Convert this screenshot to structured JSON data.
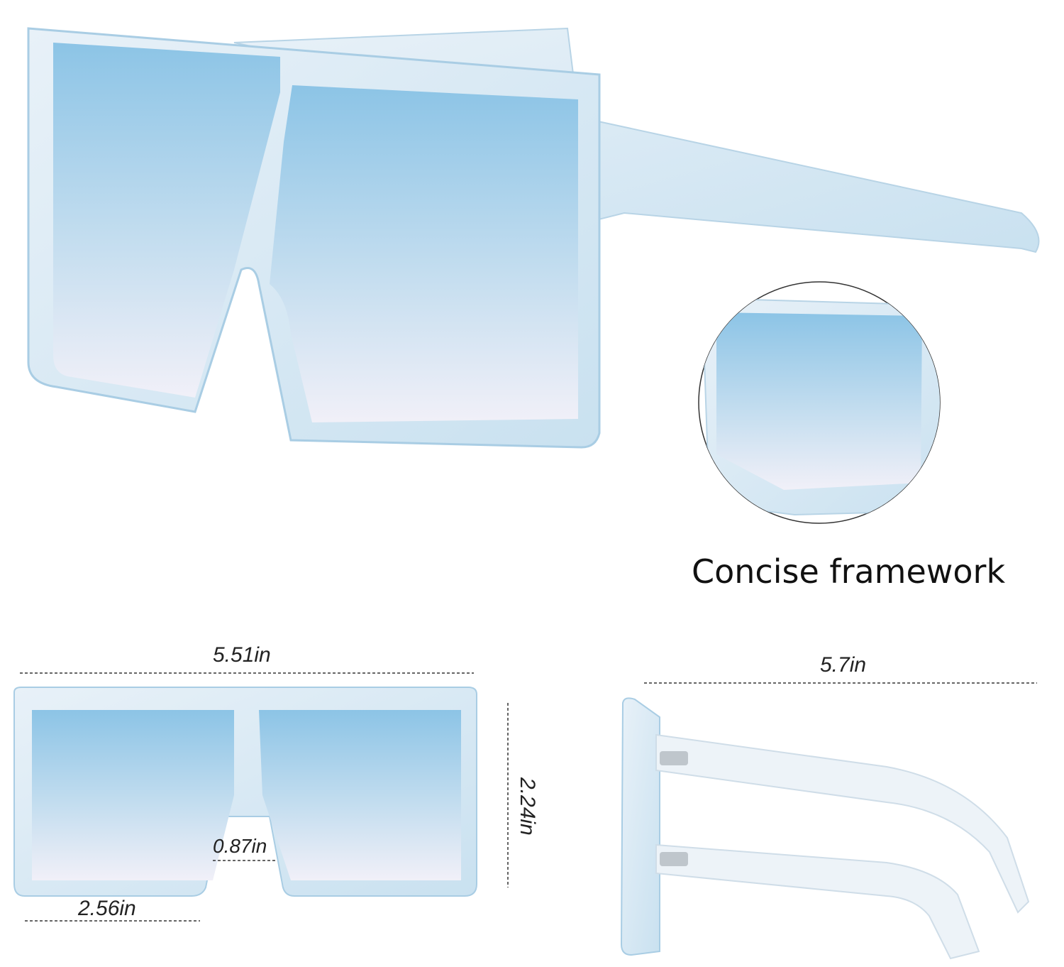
{
  "feature_caption": "Concise framework",
  "dimensions": {
    "frame_width": "5.51in",
    "lens_height": "2.24in",
    "bridge_width": "0.87in",
    "lens_width": "2.56in",
    "temple_length": "5.7in"
  },
  "colors": {
    "frame": "#dbe9f3",
    "lens_top": "#8cc4e6",
    "lens_bottom": "#f1f0f8",
    "background": "#ffffff"
  }
}
